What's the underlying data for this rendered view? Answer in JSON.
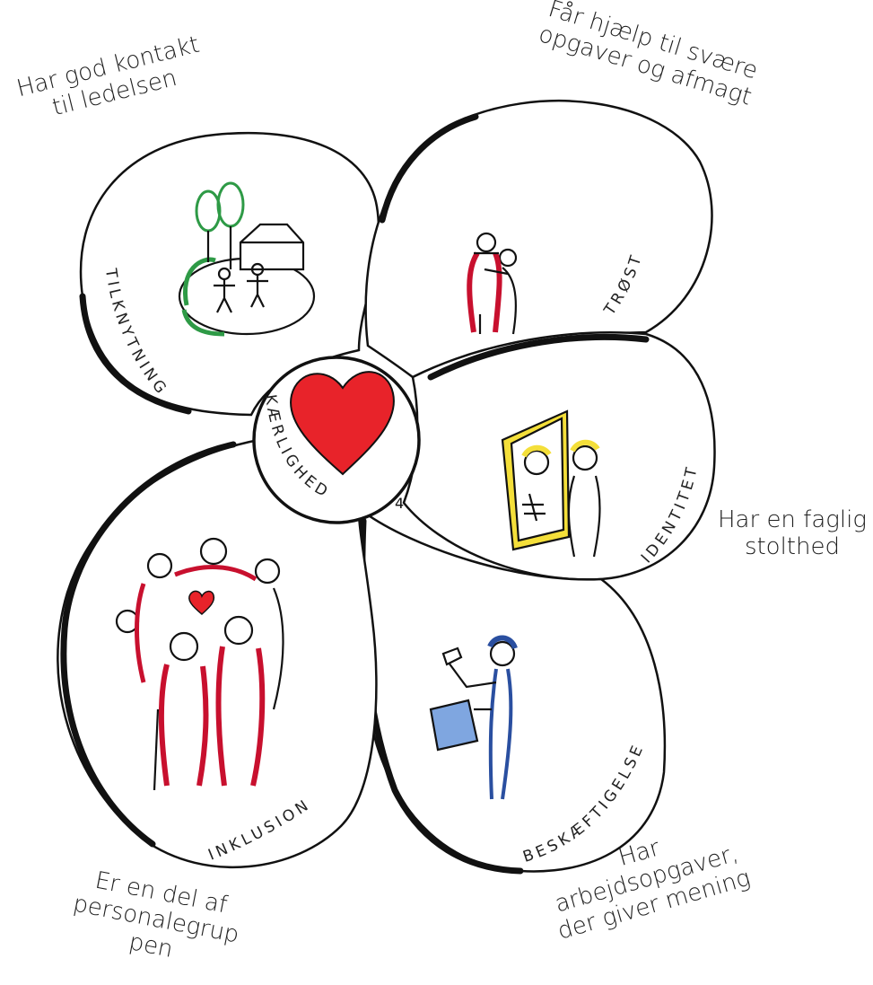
{
  "captions": {
    "top_left": [
      "Har god kontakt",
      "til ledelsen"
    ],
    "top_right": [
      "Får hjælp til svære",
      "opgaver og afmagt"
    ],
    "right": [
      "Har en faglig",
      "stolthed"
    ],
    "bottom_right": [
      "Har",
      "arbejdsopgaver,",
      "der giver mening"
    ],
    "bottom_left": [
      "Er en del af",
      "personalegrup",
      "pen"
    ]
  },
  "petals": {
    "top_left": "TILKNYTNING",
    "top_right": "TRØST",
    "right": "IDENTITET",
    "bottom_right": "BESKÆFTIGELSE",
    "bottom_left": "INKLUSION"
  },
  "center": {
    "label": "KÆRLIGHED",
    "icon": "heart-icon",
    "signature": "4"
  },
  "colors": {
    "heart": "#e8232a",
    "accent_red": "#c8102e",
    "accent_green": "#2e9a46",
    "accent_yellow": "#f4df3a",
    "accent_blue": "#2a4fa0",
    "ink": "#111111"
  }
}
